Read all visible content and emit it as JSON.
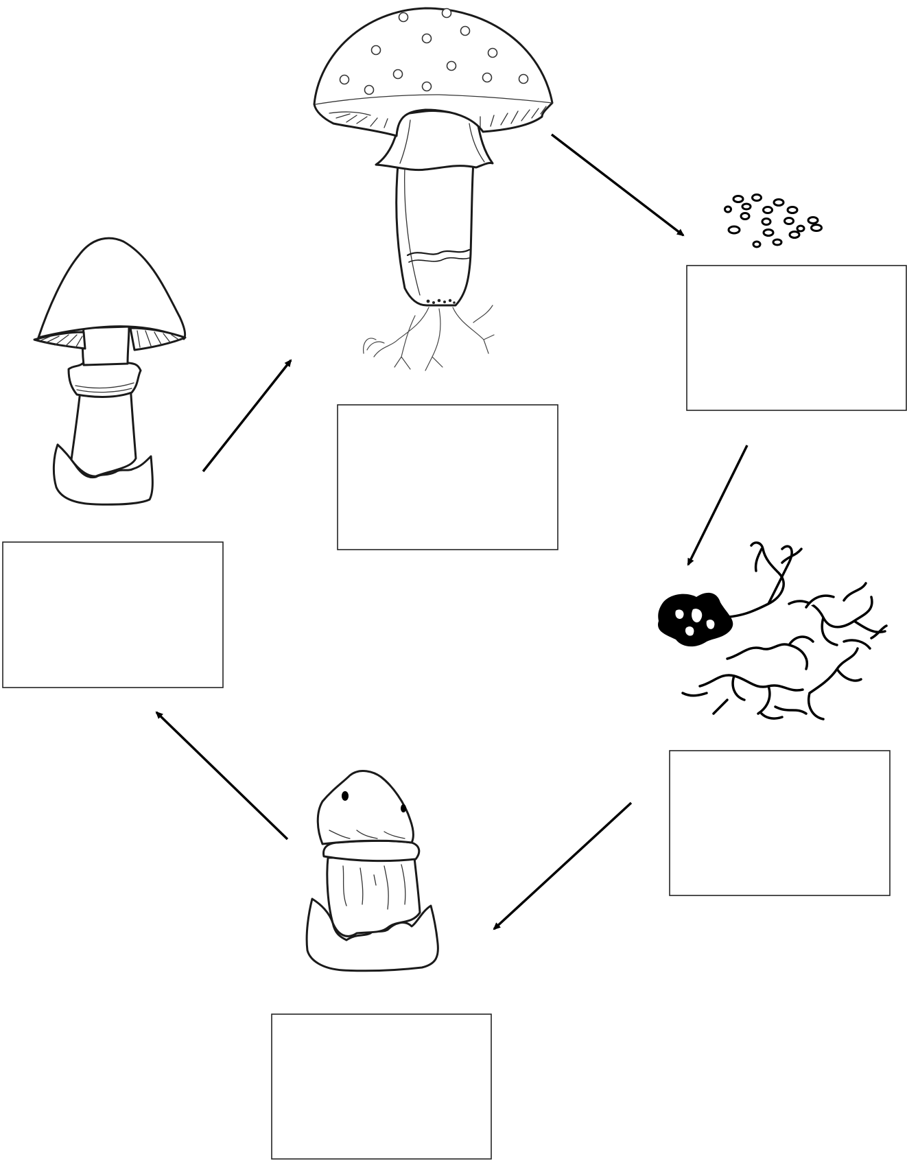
{
  "diagram": {
    "stages": [
      {
        "id": "mature-mushroom",
        "label": "",
        "icon": "mature-mushroom-icon"
      },
      {
        "id": "spores",
        "label": "",
        "icon": "spores-icon"
      },
      {
        "id": "hyphae",
        "label": "",
        "icon": "mycelium-icon"
      },
      {
        "id": "button",
        "label": "",
        "icon": "button-mushroom-icon"
      },
      {
        "id": "young-mushroom",
        "label": "",
        "icon": "young-mushroom-icon"
      }
    ],
    "arrows": [
      {
        "from": "mature-mushroom",
        "to": "spores"
      },
      {
        "from": "spores",
        "to": "hyphae"
      },
      {
        "from": "hyphae",
        "to": "button"
      },
      {
        "from": "button",
        "to": "young-mushroom"
      },
      {
        "from": "young-mushroom",
        "to": "mature-mushroom"
      }
    ],
    "colors": {
      "line": "#000000",
      "background": "#ffffff"
    }
  }
}
